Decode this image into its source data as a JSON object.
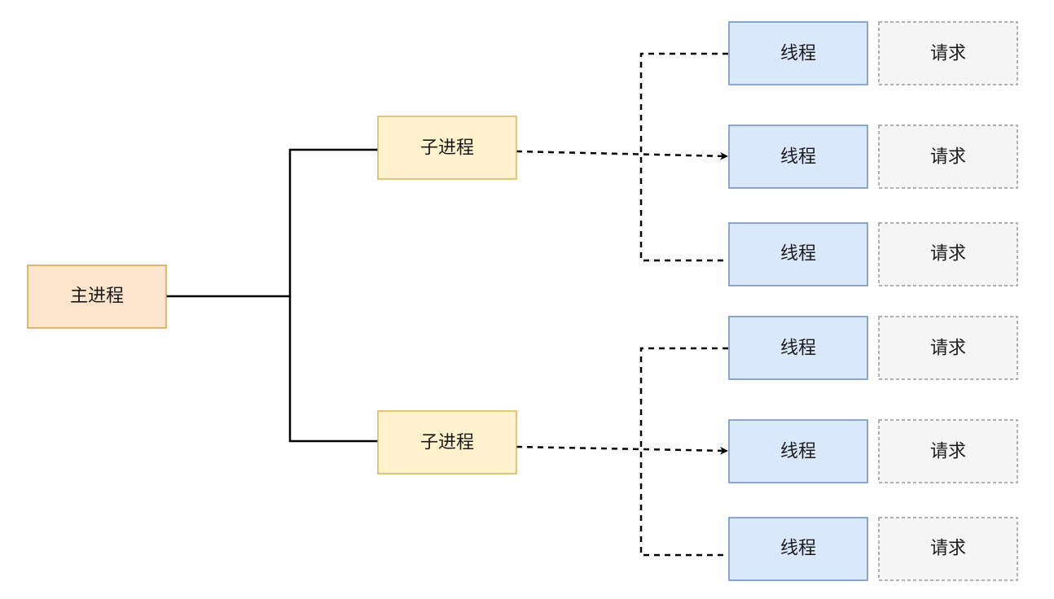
{
  "main_process": {
    "label": "主进程",
    "fill": "#fae5cc",
    "stroke": "#d6a34a"
  },
  "child_processes": [
    {
      "label": "子进程",
      "fill": "#fff2cc",
      "stroke": "#d6b656"
    },
    {
      "label": "子进程",
      "fill": "#fff2cc",
      "stroke": "#d6b656"
    }
  ],
  "threads": [
    {
      "label": "线程",
      "request": "请求"
    },
    {
      "label": "线程",
      "request": "请求"
    },
    {
      "label": "线程",
      "request": "请求"
    },
    {
      "label": "线程",
      "request": "请求"
    },
    {
      "label": "线程",
      "request": "请求"
    },
    {
      "label": "线程",
      "request": "请求"
    }
  ],
  "colors": {
    "thread_fill": "#dae8fc",
    "thread_stroke": "#6c8ebf",
    "request_fill": "#f5f5f5",
    "request_stroke": "#999999"
  }
}
